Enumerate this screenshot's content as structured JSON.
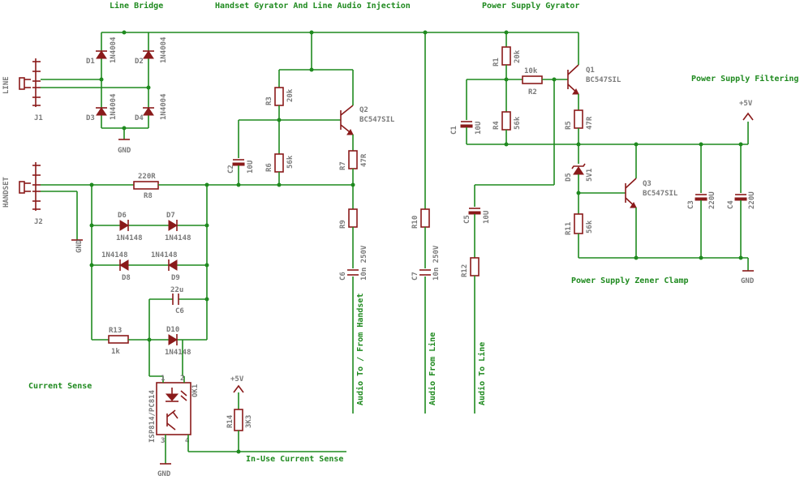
{
  "sections": {
    "line_bridge": "Line Bridge",
    "handset_gyrator": "Handset Gyrator And Line Audio Injection",
    "power_supply_gyrator": "Power Supply Gyrator",
    "power_supply_filtering": "Power Supply Filtering",
    "power_supply_zener": "Power Supply Zener Clamp",
    "current_sense": "Current Sense",
    "in_use_current_sense": "In-Use Current Sense"
  },
  "signals": {
    "audio_handset": "Audio To / From Handset",
    "audio_from_line": "Audio From Line",
    "audio_to_line": "Audio To Line"
  },
  "connectors": {
    "line": "LINE",
    "j1": "J1",
    "handset": "HANDSET",
    "j2": "J2"
  },
  "power": {
    "gnd": "GND",
    "plus5v": "+5V"
  },
  "parts": {
    "d1": "D1",
    "d1v": "1N4004",
    "d2": "D2",
    "d2v": "1N4004",
    "d3": "D3",
    "d3v": "1N4004",
    "d4": "D4",
    "d4v": "1N4004",
    "d6": "D6",
    "d6v": "1N4148",
    "d7": "D7",
    "d7v": "1N4148",
    "d8": "D8",
    "d8v": "1N4148",
    "d9": "D9",
    "d9v": "1N4148",
    "d10": "D10",
    "d10v": "1N4148",
    "d5": "D5",
    "d5v": "5V1",
    "r1": "R1",
    "r1v": "20k",
    "r2": "R2",
    "r2v": "10k",
    "r3": "R3",
    "r3v": "20k",
    "r4": "R4",
    "r4v": "56k",
    "r5": "R5",
    "r5v": "47R",
    "r6": "R6",
    "r6v": "56k",
    "r7": "R7",
    "r7v": "47R",
    "r8": "R8",
    "r8v": "220R",
    "r9": "R9",
    "r10": "R10",
    "r11": "R11",
    "r11v": "56k",
    "r12": "R12",
    "r13": "R13",
    "r13v": "1k",
    "r14": "R14",
    "r14v": "3K3",
    "c1": "C1",
    "c1v": "10U",
    "c2": "C2",
    "c2v": "10U",
    "c3": "C3",
    "c3v": "220U",
    "c4": "C4",
    "c4v": "220U",
    "c5": "C5",
    "c5v": "10U",
    "c6": "C6",
    "c6v": "22u",
    "c7": "C7",
    "c7v": "10n 250V",
    "c8": "C6",
    "c8v": "10n 250V",
    "q1": "Q1",
    "q1v": "BC547SIL",
    "q2": "Q2",
    "q2v": "BC547SIL",
    "q3": "Q3",
    "q3v": "BC547SIL",
    "ok1": "OK1",
    "ok1v": "ISP814/PC814",
    "ok1p1": "1",
    "ok1p2": "2",
    "ok1p3": "3",
    "ok1p4": "4"
  },
  "colors": {
    "wire": "#1f8a1f",
    "component": "#8a1a1a",
    "label": "#7a7a7a"
  }
}
